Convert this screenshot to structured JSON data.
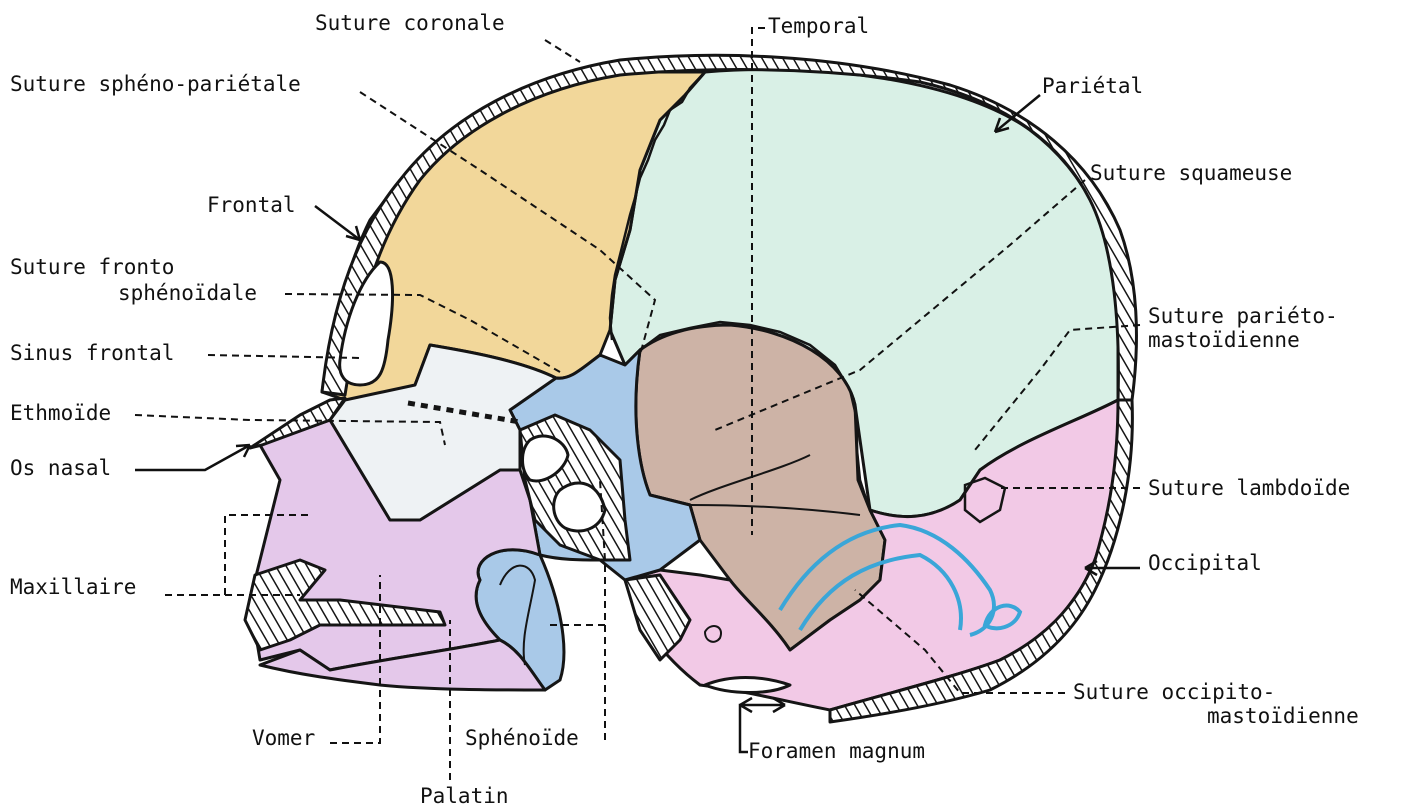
{
  "labels": {
    "suture_coronale": "Suture coronale",
    "temporal": "Temporal",
    "suture_spheno_parietale": "Suture sphéno-pariétale",
    "parietal": "Pariétal",
    "suture_squameuse": "Suture squameuse",
    "frontal": "Frontal",
    "suture_fronto_line1": "Suture fronto",
    "suture_fronto_line2": "sphénoïdale",
    "suture_parieto_line1": "Suture pariéto-",
    "suture_parieto_line2": "mastoïdienne",
    "sinus_frontal": "Sinus frontal",
    "ethmoide": "Ethmoïde",
    "os_nasal": "Os nasal",
    "suture_lambdoide": "Suture lambdoïde",
    "maxillaire": "Maxillaire",
    "occipital": "Occipital",
    "suture_occipito_line1": "Suture occipito-",
    "suture_occipito_line2": "mastoïdienne",
    "vomer": "Vomer",
    "sphenoide": "Sphénoïde",
    "foramen_magnum": "Foramen magnum",
    "palatin": "Palatin"
  },
  "colors": {
    "frontal": "#f2d79a",
    "parietal": "#d9f0e6",
    "temporal": "#cdb3a6",
    "occipital": "#f2c9e6",
    "sphenoid": "#a9c9e8",
    "maxilla": "#e4c8ea",
    "ethmoid": "#eef2f4",
    "sinus_outline": "#f7efb0",
    "suture_blue": "#3aa6d8"
  }
}
